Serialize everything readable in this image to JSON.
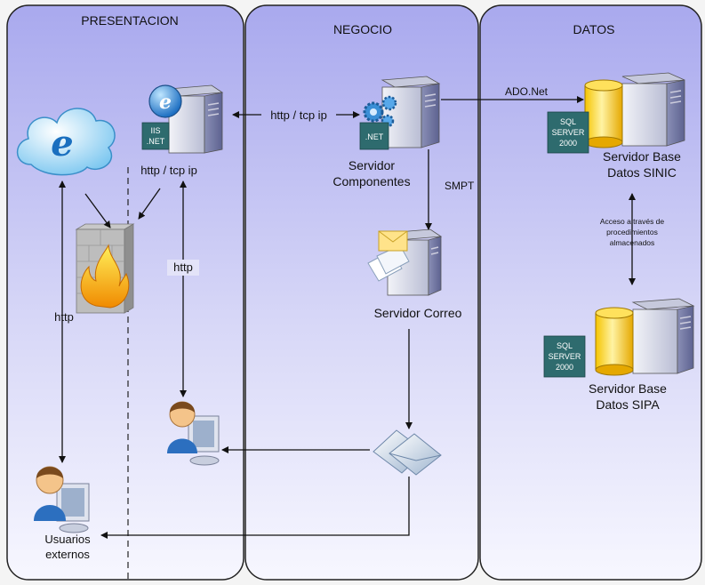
{
  "layers": {
    "presentacion": "PRESENTACION",
    "negocio": "NEGOCIO",
    "datos": "DATOS"
  },
  "iis_badge": [
    "IIS",
    ".NET"
  ],
  "net_badge": ".NET",
  "sql_badge_1": [
    "SQL",
    "SERVER",
    "2000"
  ],
  "sql_badge_2": [
    "SQL",
    "SERVER",
    "2000"
  ],
  "servidor_componentes": [
    "Servidor",
    "Componentes"
  ],
  "servidor_correo": "Servidor Correo",
  "servidor_sinic": [
    "Servidor Base",
    "Datos SINIC"
  ],
  "servidor_sipa": [
    "Servidor Base",
    "Datos SIPA"
  ],
  "usuarios_externos": [
    "Usuarios",
    "externos"
  ],
  "edges": {
    "http_tcp_ip_top": "http / tcp ip",
    "http_tcp_ip_web": "http / tcp ip",
    "http_left": "http",
    "http_mid": "http",
    "smpt": "SMPT",
    "ado_net": "ADO.Net",
    "acceso": [
      "Acceso a través de",
      "procedimientos",
      "almacenados"
    ]
  },
  "colors": {
    "panel_top": "#b4b4ef",
    "panel_bottom": "#f6f6ff",
    "badge": "#2e6b6e",
    "server_body": "#d9dbe8",
    "server_side": "#7b80a8"
  }
}
